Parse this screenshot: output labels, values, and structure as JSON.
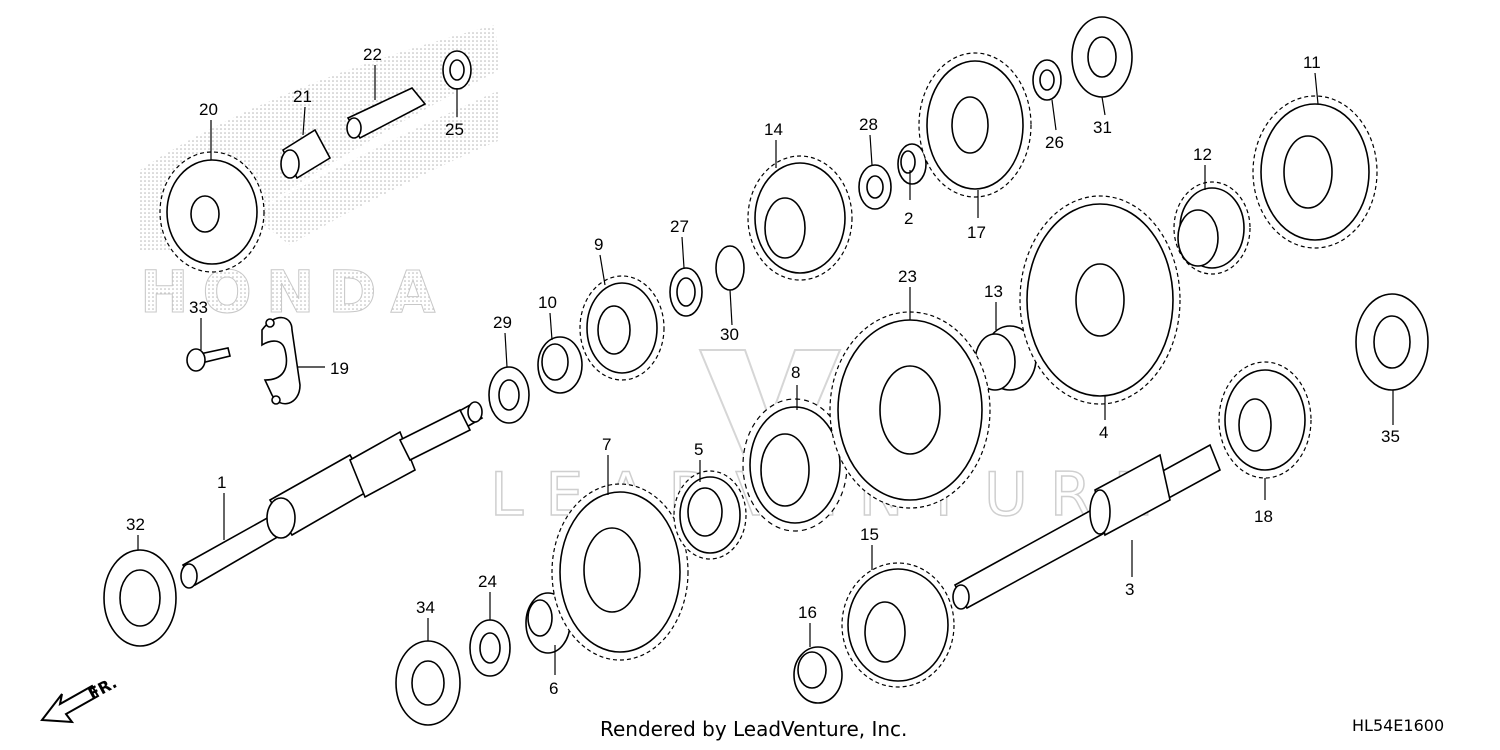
{
  "brand_logo_text": "HONDA",
  "watermark_text": "LEADVENTURE",
  "credit": "Rendered by LeadVenture, Inc.",
  "diagram_code": "HL54E1600",
  "front_arrow_label": "FR.",
  "callouts": {
    "p1": "1",
    "p2": "2",
    "p3": "3",
    "p4": "4",
    "p5": "5",
    "p6": "6",
    "p7": "7",
    "p8": "8",
    "p9": "9",
    "p10": "10",
    "p11": "11",
    "p12": "12",
    "p13": "13",
    "p14": "14",
    "p15": "15",
    "p16": "16",
    "p17": "17",
    "p18": "18",
    "p19": "19",
    "p20": "20",
    "p21": "21",
    "p22": "22",
    "p23": "23",
    "p24": "24",
    "p25": "25",
    "p26": "26",
    "p27": "27",
    "p28": "28",
    "p29": "29",
    "p30": "30",
    "p31": "31",
    "p32": "32",
    "p33": "33",
    "p34": "34",
    "p35": "35"
  },
  "colors": {
    "line": "#000000",
    "logo_dots": "#b5b5b5",
    "watermark": "#cfcfcf"
  }
}
